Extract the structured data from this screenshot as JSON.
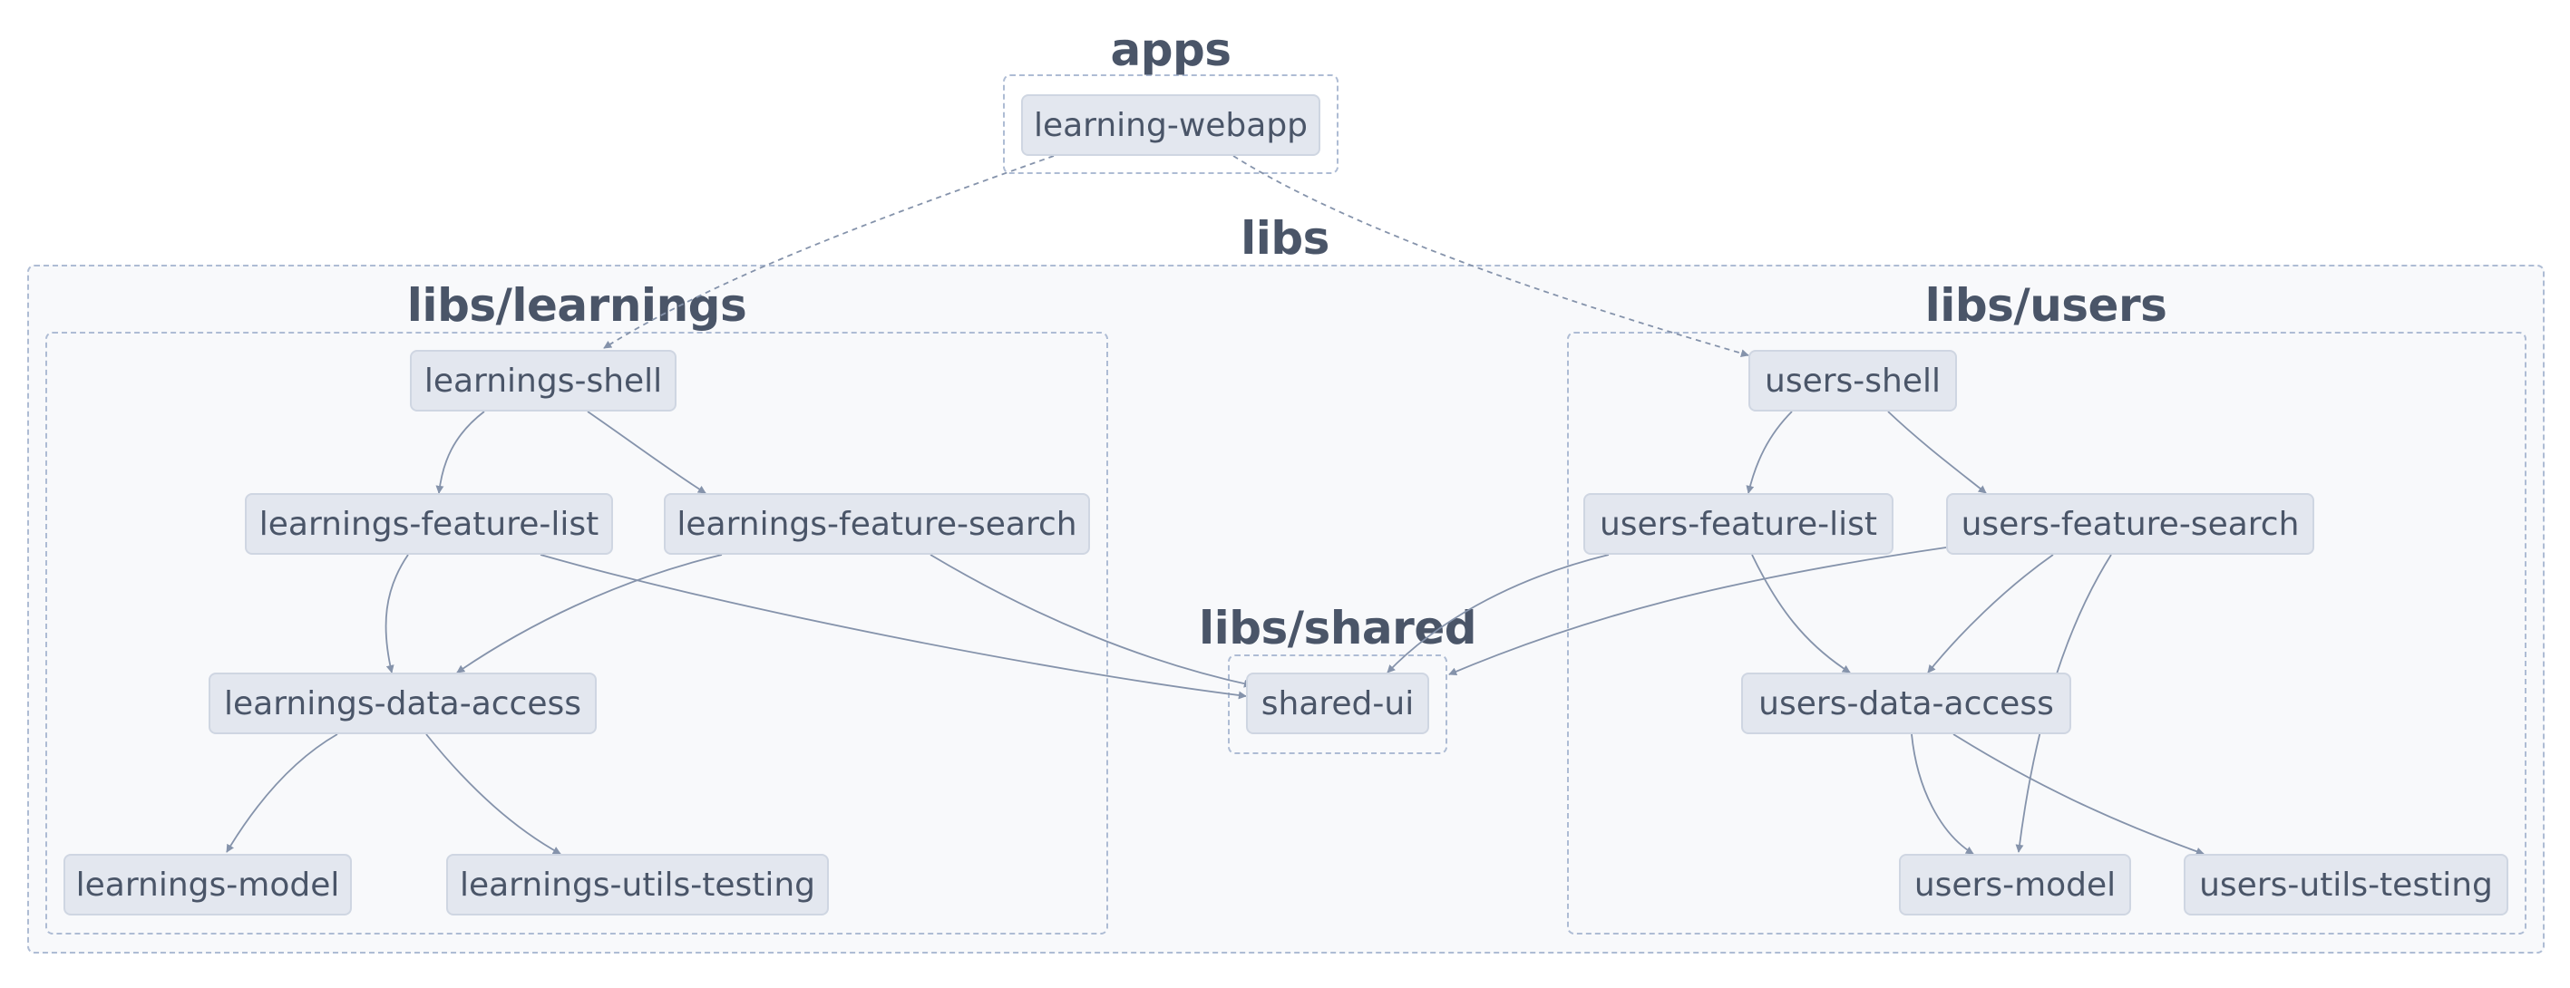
{
  "groups": {
    "apps": "apps",
    "libs": "libs",
    "libs_learnings": "libs/learnings",
    "libs_users": "libs/users",
    "libs_shared": "libs/shared"
  },
  "nodes": {
    "learning_webapp": "learning-webapp",
    "learnings_shell": "learnings-shell",
    "learnings_feature_list": "learnings-feature-list",
    "learnings_feature_search": "learnings-feature-search",
    "learnings_data_access": "learnings-data-access",
    "learnings_model": "learnings-model",
    "learnings_utils_testing": "learnings-utils-testing",
    "shared_ui": "shared-ui",
    "users_shell": "users-shell",
    "users_feature_list": "users-feature-list",
    "users_feature_search": "users-feature-search",
    "users_data_access": "users-data-access",
    "users_model": "users-model",
    "users_utils_testing": "users-utils-testing"
  },
  "colors": {
    "node_fill": "#e3e7ef",
    "node_border": "#cfd6e2",
    "group_border": "#aebcd4",
    "group_fill": "#f8f9fb",
    "edge": "#8593ab",
    "text": "#4a5568"
  }
}
